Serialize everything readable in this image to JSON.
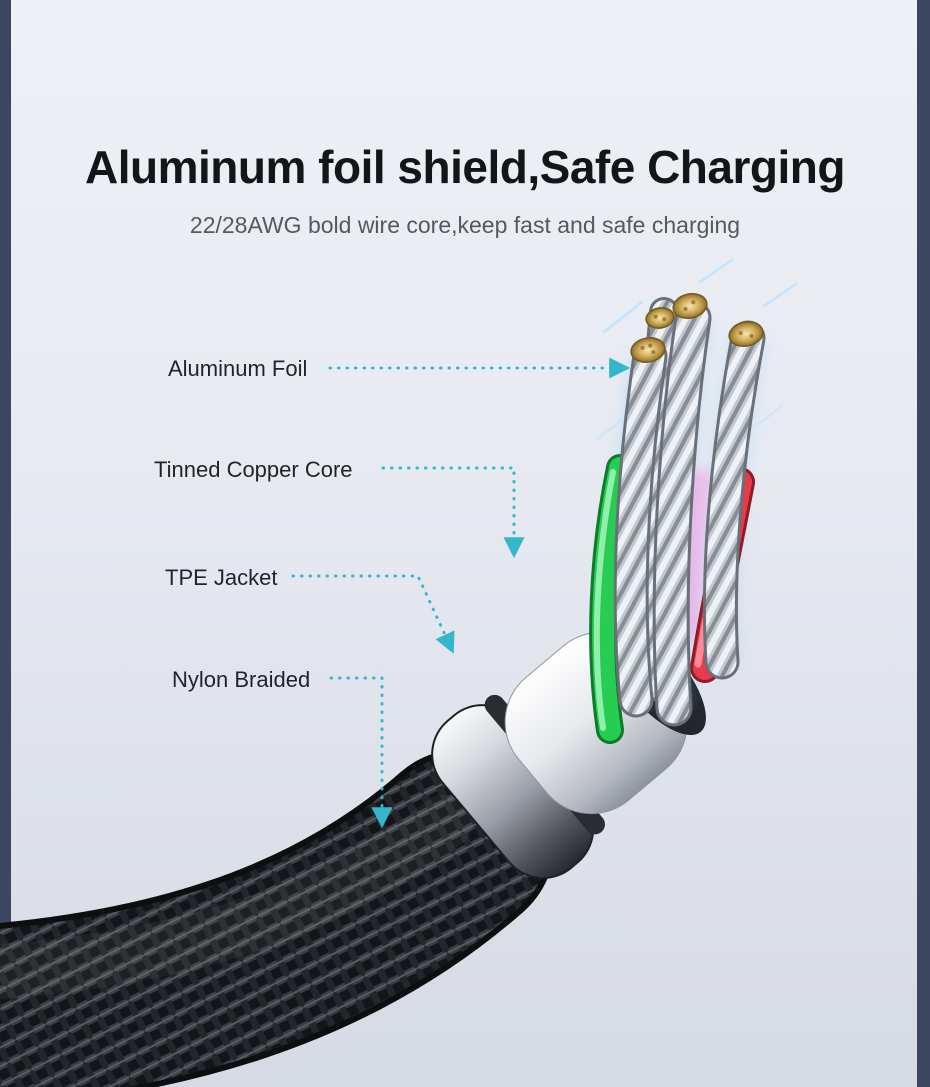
{
  "header": {
    "title": "Aluminum foil shield,Safe Charging",
    "subtitle": "22/28AWG bold wire core,keep fast and safe charging"
  },
  "callouts": [
    {
      "label": "Aluminum Foil"
    },
    {
      "label": "Tinned Copper Core"
    },
    {
      "label": "TPE Jacket"
    },
    {
      "label": "Nylon Braided"
    }
  ],
  "colors": {
    "accent_teal": "#35b7cb",
    "background_top": "#eef0f5",
    "background_bottom": "#d6dae4",
    "side_strip": "#3d4660",
    "braid_black": "#141518",
    "metal_silver": "#c9ccd2",
    "tpe_white": "#ffffff",
    "wire_green": "#27cd52",
    "wire_red": "#e63a4d",
    "copper_silver": "#c3c8d0",
    "gold_tip": "#d4ad5c"
  }
}
